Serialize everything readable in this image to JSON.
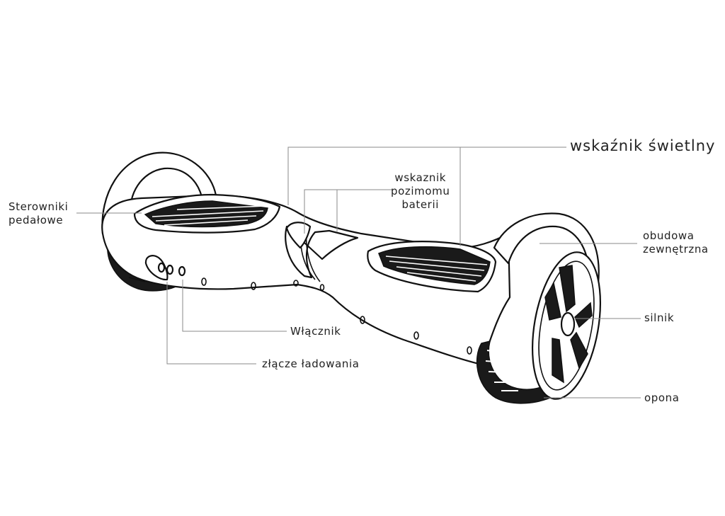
{
  "diagram": {
    "labels": {
      "light_indicator": "wskaźnik świetlny",
      "battery_indicator": [
        "wskaznik",
        "pozimomu",
        "baterii"
      ],
      "pedal_controllers": [
        "Sterowniki",
        "pedałowe"
      ],
      "outer_casing": [
        "obudowa",
        "zewnętrzna"
      ],
      "motor": "silnik",
      "power_switch": "Włącznik",
      "charging_port": "złącze ładowania",
      "tire": "opona"
    },
    "colors": {
      "line": "#111111",
      "leader": "#8a8a8a",
      "text": "#222222",
      "background": "#ffffff"
    }
  }
}
